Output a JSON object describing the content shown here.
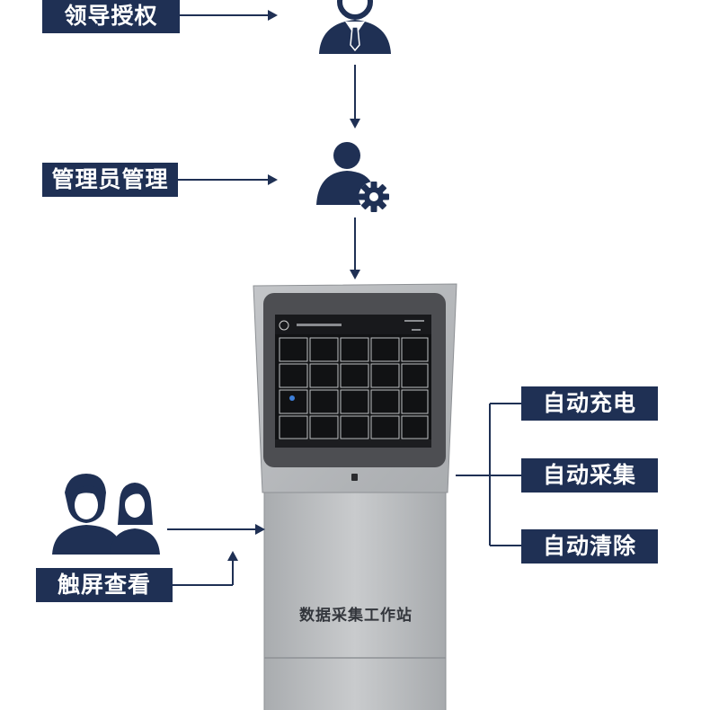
{
  "labels": {
    "leader_authorization": "领导授权",
    "admin_management": "管理员管理",
    "touch_view": "触屏查看",
    "auto_charge": "自动充电",
    "auto_collect": "自动采集",
    "auto_clear": "自动清除"
  },
  "kiosk": {
    "name": "数据采集工作站"
  },
  "colors": {
    "navy": "#1f3054",
    "kiosk_body": "#b8babd",
    "screen_bezel": "#4d4e52"
  },
  "icons": [
    "leader-icon",
    "admin-gear-icon",
    "users-icon"
  ]
}
